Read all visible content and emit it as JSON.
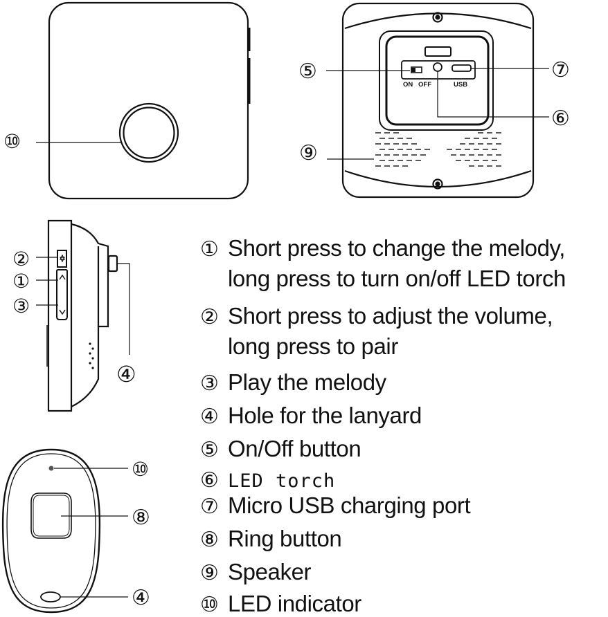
{
  "receiver_back": {
    "switch_on_label": "ON",
    "switch_off_label": "OFF",
    "usb_label": "USB"
  },
  "callouts": {
    "c1": "①",
    "c2": "②",
    "c3": "③",
    "c4": "④",
    "c5": "⑤",
    "c6": "⑥",
    "c7": "⑦",
    "c8": "⑧",
    "c9": "⑨",
    "c10": "⑩"
  },
  "legend": [
    {
      "mark": "①",
      "text": "Short press to change the melody,",
      "text2": "long press to turn on/off LED torch"
    },
    {
      "mark": "②",
      "text": "Short press to adjust the volume,",
      "text2": "long press to pair"
    },
    {
      "mark": "③",
      "text": "Play the melody"
    },
    {
      "mark": "④",
      "text": "Hole for the lanyard"
    },
    {
      "mark": "⑤",
      "text": "On/Off button"
    },
    {
      "mark": "⑥",
      "text": "LED torch"
    },
    {
      "mark": "⑦",
      "text": "Micro USB charging port"
    },
    {
      "mark": "⑧",
      "text": "Ring button"
    },
    {
      "mark": "⑨",
      "text": "Speaker"
    },
    {
      "mark": "⑩",
      "text": "LED indicator"
    }
  ]
}
